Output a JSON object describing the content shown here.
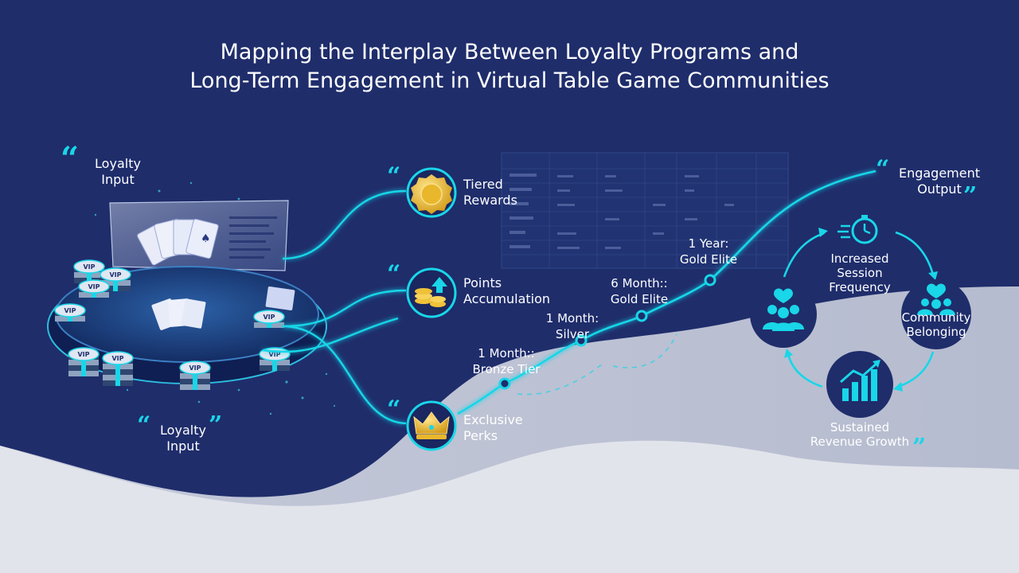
{
  "title": {
    "line1": "Mapping the Interplay Between Loyalty Programs and",
    "line2": "Long-Term Engagement in Virtual Table Game Communities"
  },
  "loyalty_input_top": "Loyalty Input",
  "loyalty_input_bottom": "Loyalty Input",
  "engagement_output": "Engagement Output",
  "chip_label": "VIP",
  "rewards": [
    {
      "label": "Tiered Rewards",
      "icon": "medal-icon"
    },
    {
      "label": "Points Accumulation",
      "icon": "coins-arrow-icon"
    },
    {
      "label": "Exclusive Perks",
      "icon": "crown-icon"
    }
  ],
  "milestones": [
    {
      "label": "1 Month:: Bronze Tier"
    },
    {
      "label": "1 Month: Silver"
    },
    {
      "label": "6 Month:: Gold Elite"
    },
    {
      "label": "1 Year: Gold Elite"
    }
  ],
  "cycle": [
    {
      "label": "Increased Session Frequency",
      "icon": "stopwatch-icon"
    },
    {
      "label": "Community Belonging",
      "icon": "people-heart-icon"
    },
    {
      "label": "Sustained Revenue Growth",
      "icon": "bar-chart-growth-icon"
    },
    {
      "label": "",
      "icon": "group-heart-icon"
    }
  ],
  "colors": {
    "navy": "#1f2d6b",
    "cyan": "#19d6e8",
    "gold": "#f0c23a",
    "wave": "#a7adc3"
  }
}
